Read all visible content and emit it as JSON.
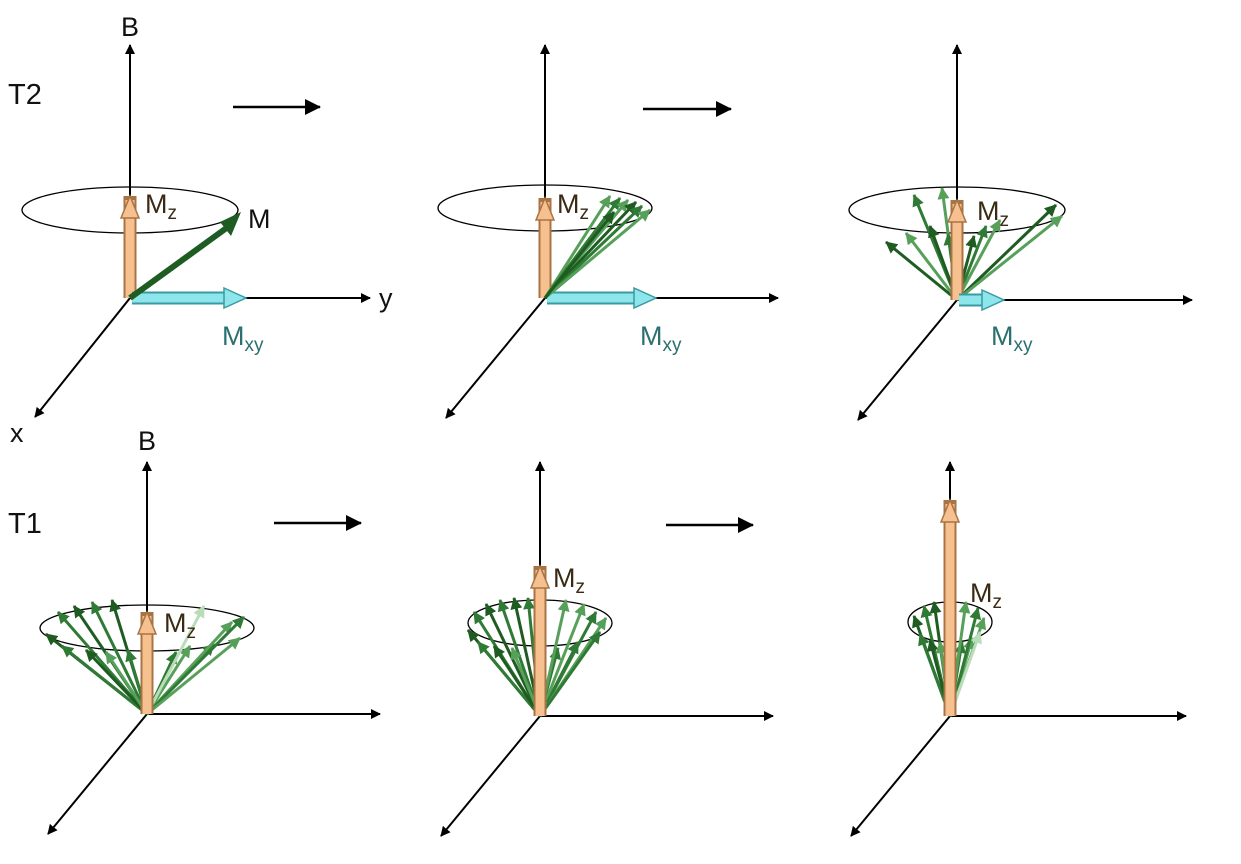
{
  "labels": {
    "row_t2": "T2",
    "row_t1": "T1",
    "axis_b": "B",
    "axis_x": "x",
    "axis_y": "y",
    "mag_m": "M",
    "mz_main": "M",
    "mz_sub": "z",
    "mxy_main": "M",
    "mxy_sub": "xy"
  },
  "colors": {
    "axis": "#000000",
    "mz_fill": "#f7c08f",
    "mz_stroke": "#a87446",
    "mxy_fill": "#8de6ec",
    "mxy_stroke": "#3c9aa2",
    "vector_dark": "#1e5c22",
    "vector_mid": "#2f7a34",
    "vector_light": "#56a05a",
    "vector_pale": "#b9dcb9"
  }
}
